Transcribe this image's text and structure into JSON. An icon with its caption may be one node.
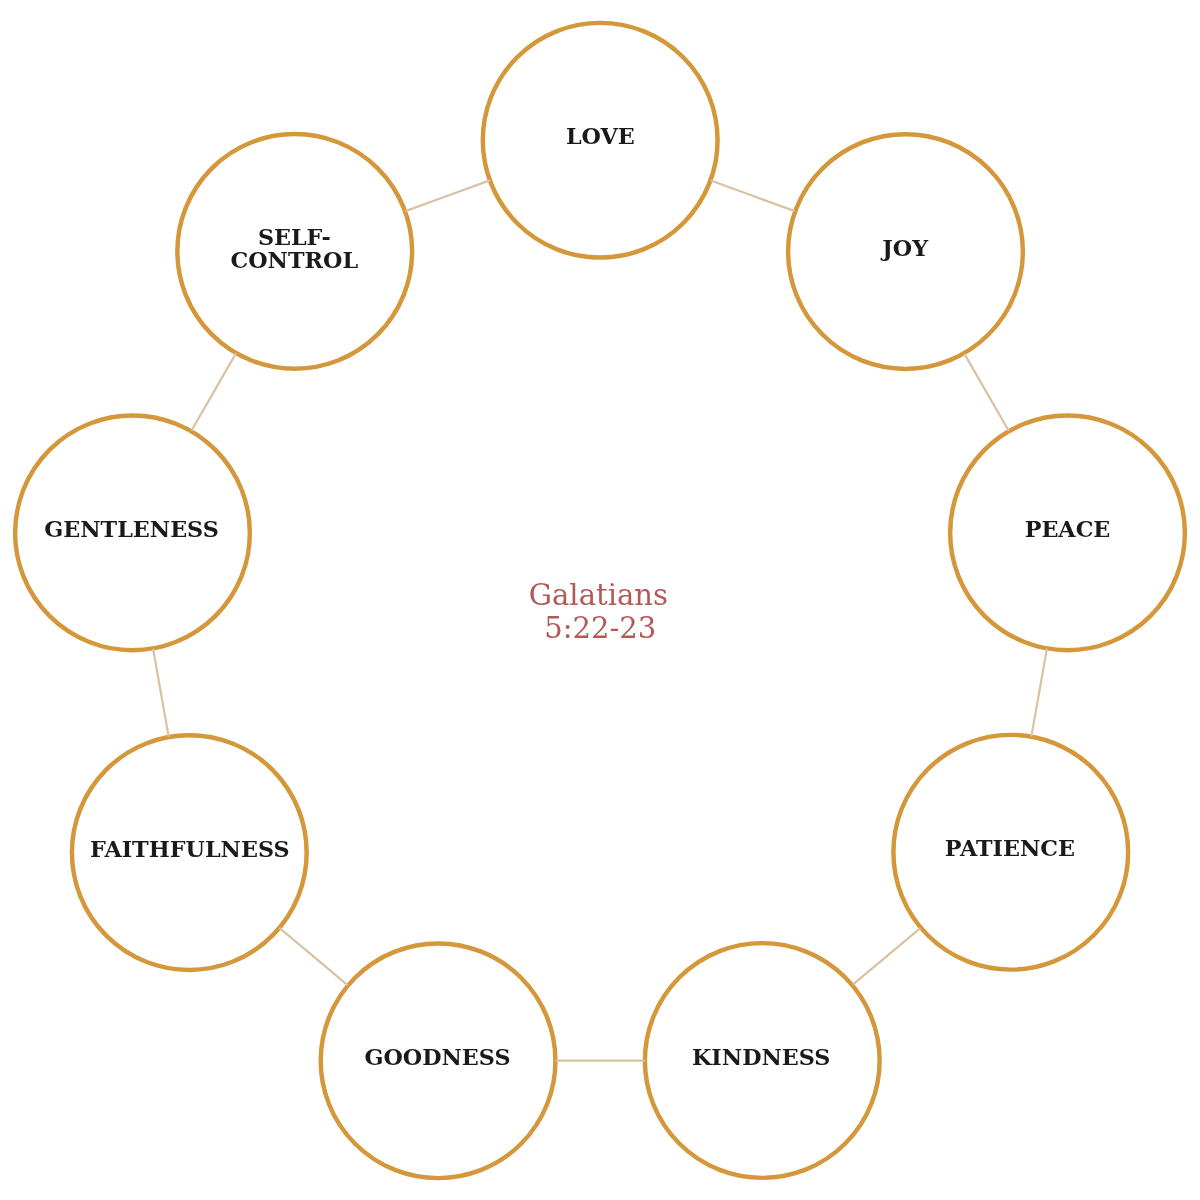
{
  "diagram": {
    "nodes": [
      {
        "text": [
          "LOVE"
        ]
      },
      {
        "text": [
          "JOY"
        ]
      },
      {
        "text": [
          "PEACE"
        ]
      },
      {
        "text": [
          "PATIENCE"
        ]
      },
      {
        "text": [
          "KINDNESS"
        ]
      },
      {
        "text": [
          "GOODNESS"
        ]
      },
      {
        "text": [
          "FAITHFULNESS"
        ]
      },
      {
        "text": [
          "GENTLENESS"
        ]
      },
      {
        "text": [
          "SELF-CONTROL"
        ]
      }
    ],
    "edges": [
      {
        "from": 0,
        "to": 1,
        "arrow": "none"
      },
      {
        "from": 1,
        "to": 2,
        "arrow": "none"
      },
      {
        "from": 2,
        "to": 3,
        "arrow": "none"
      },
      {
        "from": 3,
        "to": 4,
        "arrow": "none"
      },
      {
        "from": 4,
        "to": 5,
        "arrow": "none"
      },
      {
        "from": 5,
        "to": 6,
        "arrow": "none"
      },
      {
        "from": 6,
        "to": 7,
        "arrow": "none"
      },
      {
        "from": 7,
        "to": 8,
        "arrow": "none"
      },
      {
        "from": 8,
        "to": 0,
        "arrow": "none"
      }
    ],
    "labels": [
      "Galatians 5:22-23"
    ]
  }
}
